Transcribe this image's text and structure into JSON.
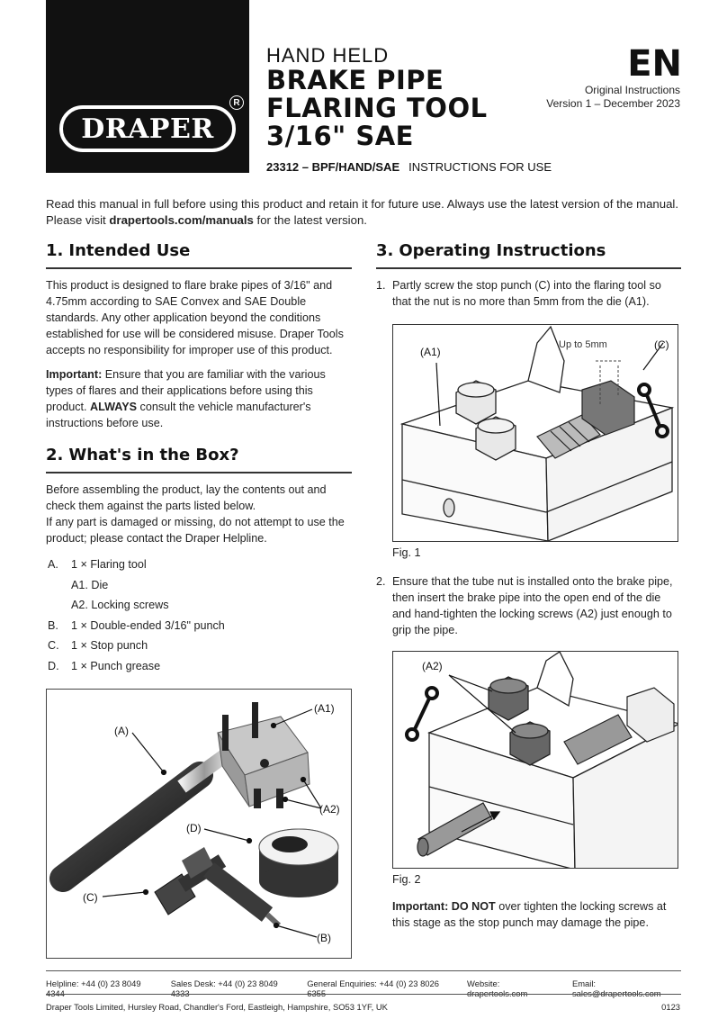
{
  "logo": {
    "text": "DRAPER",
    "reg": "R"
  },
  "title": {
    "sub": "HAND HELD",
    "line1": "BRAKE PIPE",
    "line2": "FLARING TOOL",
    "line3": "3/16\" SAE"
  },
  "lang": "EN",
  "original": {
    "line1": "Original Instructions",
    "line2": "Version 1 – December 2023"
  },
  "product": {
    "code": "23312 – BPF/HAND/SAE",
    "ifu": "INSTRUCTIONS FOR USE"
  },
  "intro": {
    "line1": "Read this manual in full before using this product and retain it for future use. Always use the latest version of the manual.",
    "pre": "Please visit ",
    "link": "drapertools.com/manuals",
    "post": " for the latest version."
  },
  "s1": {
    "num": "1.",
    "title": "Intended Use",
    "p1": "This product is designed to flare brake pipes of 3/16\" and 4.75mm according to SAE Convex and SAE Double standards. Any other application beyond the conditions established for use will be considered misuse. Draper Tools accepts no responsibility for improper use of this product.",
    "p2_b1": "Important:",
    "p2_t1": " Ensure that you are familiar with the various types of flares and their applications before using this product. ",
    "p2_b2": "ALWAYS",
    "p2_t2": " consult the vehicle manufacturer's instructions before use."
  },
  "s2": {
    "num": "2.",
    "title": "What's in the Box?",
    "p1": "Before assembling the product, lay the contents out and check them against the parts listed below.",
    "p2": "If any part is damaged or missing, do not attempt to use the product; please contact the Draper Helpline.",
    "parts": [
      {
        "label": "A.",
        "text": "1 × Flaring tool"
      },
      {
        "label": "",
        "text": "A1. Die"
      },
      {
        "label": "",
        "text": "A2. Locking screws"
      },
      {
        "label": "B.",
        "text": "1 ×  Double-ended 3/16\" punch"
      },
      {
        "label": "C.",
        "text": "1 ×  Stop punch"
      },
      {
        "label": "D.",
        "text": "1 ×  Punch grease"
      }
    ],
    "photo_labels": {
      "a": "(A)",
      "a1": "(A1)",
      "a2": "(A2)",
      "b": "(B)",
      "c": "(C)",
      "d": "(D)"
    }
  },
  "s3": {
    "num": "3.",
    "title": "Operating Instructions",
    "step1_num": "1.",
    "step1": "Partly screw the stop punch (C) into the flaring tool so that the nut is no more than 5mm from the die (A1).",
    "fig1_labels": {
      "a1": "(A1)",
      "c": "(C)",
      "dim": "Up to 5mm"
    },
    "fig1_caption": "Fig.  1",
    "step2_num": "2.",
    "step2": "Ensure that the tube nut is installed onto the brake pipe, then insert the brake pipe into the open end of the die and hand-tighten the locking screws (A2) just enough to grip the pipe.",
    "fig2_labels": {
      "a2": "(A2)"
    },
    "fig2_caption": "Fig.  2",
    "important_b": "Important: DO NOT",
    "important_t": " over tighten the locking screws at this stage as the stop punch may damage the pipe."
  },
  "footer": {
    "helpline": "Helpline: +44 (0) 23 8049 4344",
    "sales": "Sales Desk: +44 (0) 23 8049 4333",
    "general": "General Enquiries: +44 (0) 23 8026 6355",
    "website": "Website: drapertools.com",
    "email": "Email: sales@drapertools.com",
    "address": "Draper Tools Limited, Hursley Road, Chandler's Ford, Eastleigh, Hampshire, SO53 1YF, UK",
    "code": "0123"
  }
}
